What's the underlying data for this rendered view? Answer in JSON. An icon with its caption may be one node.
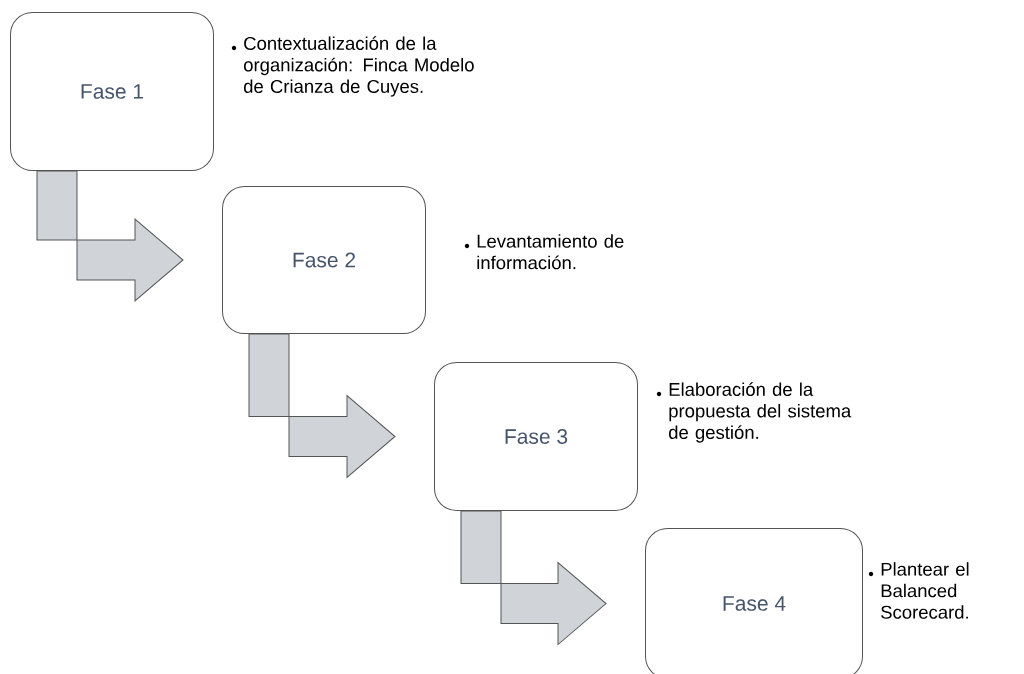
{
  "diagram": {
    "nodes": [
      {
        "text": [
          "Fase 1"
        ],
        "beside": [
          "Contextualización de la organización: Finca Modelo de Crianza de Cuyes."
        ]
      },
      {
        "text": [
          "Fase 2"
        ],
        "beside": [
          "Levantamiento de información."
        ]
      },
      {
        "text": [
          "Fase 3"
        ],
        "beside": [
          "Elaboración de la propuesta del sistema de gestión."
        ]
      },
      {
        "text": [
          "Fase 4"
        ],
        "beside": [
          "Plantear el Balanced Scorecard."
        ]
      }
    ],
    "edges": [
      {
        "from": 0,
        "to": 1,
        "arrow": "to"
      },
      {
        "from": 1,
        "to": 2,
        "arrow": "to"
      },
      {
        "from": 2,
        "to": 3,
        "arrow": "to"
      }
    ]
  }
}
